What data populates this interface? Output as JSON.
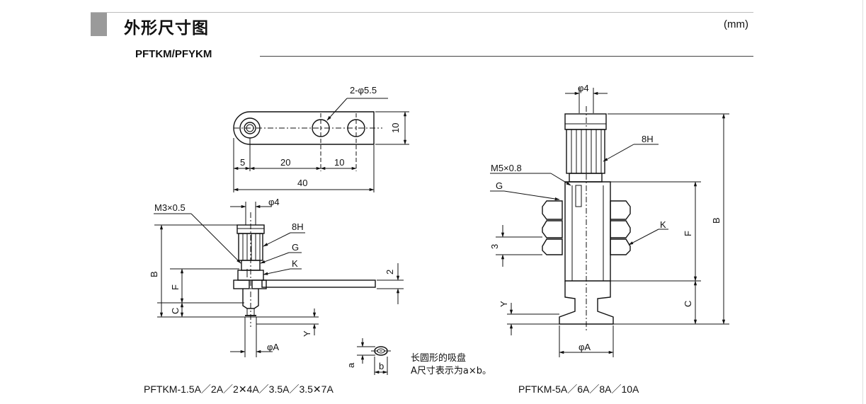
{
  "header": {
    "title": "外形尺寸图",
    "unit": "(mm)",
    "subtitle": "PFTKM/PFYKM"
  },
  "left_drawing": {
    "top_view": {
      "hole_label": "2-φ5.5",
      "dim_5": "5",
      "dim_20": "20",
      "dim_10": "10",
      "dim_40": "40",
      "dim_height_10": "10"
    },
    "side_view": {
      "thread": "M3×0.5",
      "phi4": "φ4",
      "hex_8h": "8H",
      "g": "G",
      "k": "K",
      "dim_2": "2",
      "b": "B",
      "f": "F",
      "c": "C",
      "y": "Y",
      "phiA": "φA"
    },
    "caption": "PFTKM-1.5A／2A／2✕4A／3.5A／3.5✕7A"
  },
  "oval_note": {
    "a": "a",
    "b": "b",
    "line1": "长圆形的吸盘",
    "line2": "A尺寸表示为a×b。"
  },
  "right_drawing": {
    "phi4": "φ4",
    "hex_8h": "8H",
    "thread": "M5×0.8",
    "g": "G",
    "k": "K",
    "dim_3": "3",
    "f": "F",
    "b": "B",
    "c": "C",
    "y": "Y",
    "phiA": "φA",
    "caption": "PFTKM-5A／6A／8A／10A"
  }
}
